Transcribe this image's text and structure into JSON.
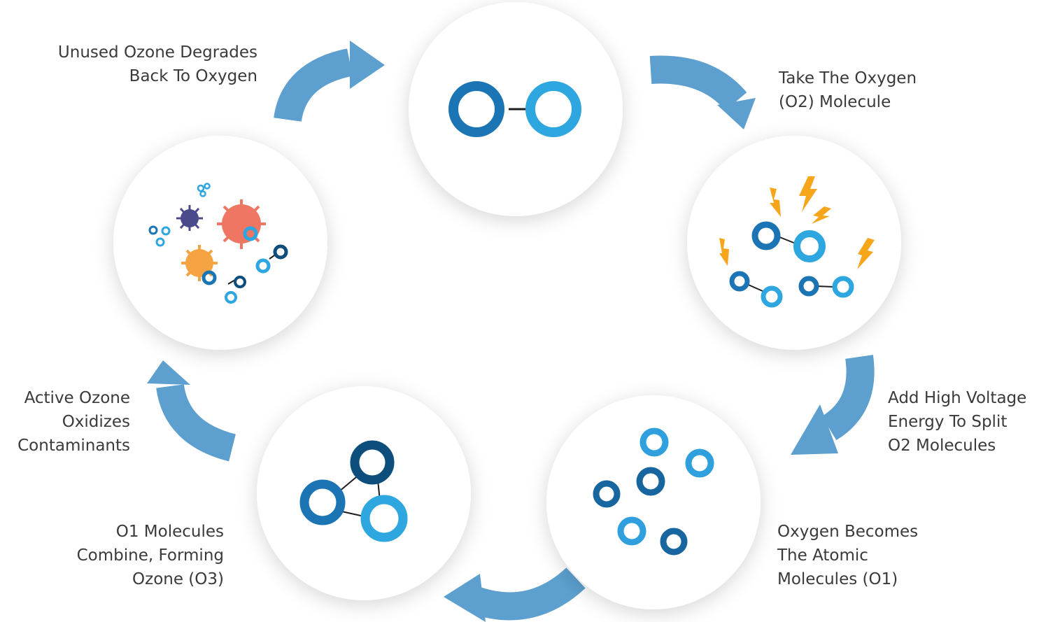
{
  "colors": {
    "arrow": "#5da0cf",
    "o2_dark": "#1b75b5",
    "o2_light": "#2ea6e0",
    "atom_dark": "#17669f",
    "atom_light": "#2f9fdd",
    "ozone_top": "#0d4e7d",
    "spark": "#f7a61c",
    "virus_purple": "#4b4b8c",
    "virus_red": "#ee7662",
    "virus_orange": "#f5a343",
    "label_text": "#3a3a3a"
  },
  "steps": [
    {
      "lines": [
        "Take The Oxygen",
        "(O2) Molecule"
      ],
      "icon": "o2-molecule-icon"
    },
    {
      "lines": [
        "Add High Voltage",
        "Energy To Split",
        "O2 Molecules"
      ],
      "icon": "lightning-split-icon"
    },
    {
      "lines": [
        "Oxygen Becomes",
        "The Atomic",
        "Molecules (O1)"
      ],
      "icon": "atomic-oxygen-icon"
    },
    {
      "lines": [
        "O1 Molecules",
        "Combine, Forming",
        "Ozone (O3)"
      ],
      "icon": "ozone-molecule-icon"
    },
    {
      "lines": [
        "Active Ozone",
        "Oxidizes",
        "Contaminants"
      ],
      "icon": null
    },
    {
      "lines": [
        "Unused Ozone Degrades",
        "Back To Oxygen"
      ],
      "icon": "contaminants-icon"
    }
  ]
}
